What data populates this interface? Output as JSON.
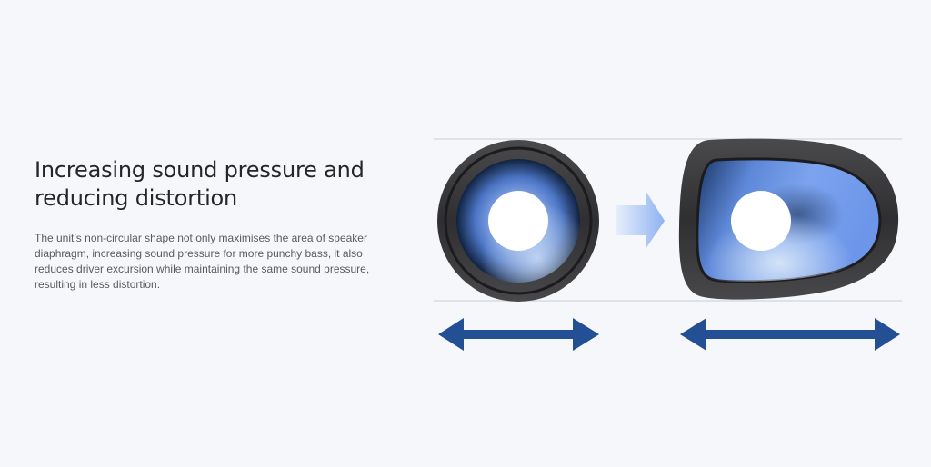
{
  "section": {
    "heading_line1": "Increasing sound pressure and",
    "heading_line2": "reducing distortion",
    "description": "The unit’s non-circular shape not only maximises the area of speaker diaphragm, increasing sound pressure for more punchy bass, it also reduces driver excursion while maintaining the same sound pressure, resulting in less distortion."
  },
  "colors": {
    "background": "#f5f7fb",
    "speaker_frame": "#3a3a3c",
    "diaphragm": "#6e9cf0",
    "arrow_dark_blue": "#234f94",
    "arrow_light_blue": "#a8c4f5"
  }
}
